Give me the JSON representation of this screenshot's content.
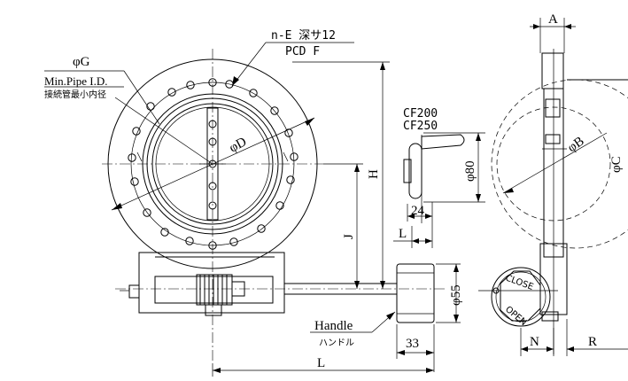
{
  "labels": {
    "dim_A": "A",
    "dim_G": "φG",
    "min_pipe": "Min.Pipe I.D.",
    "min_pipe_jp": "接続管最小内径",
    "bolt": "n-E 深サ12",
    "pcd": "PCD F",
    "dim_D": "φD",
    "dim_H": "H",
    "dim_J": "J",
    "cf200": "CF200",
    "cf250": "CF250",
    "dim_80": "φ80",
    "dim_24": "24",
    "dim_L_small": "L",
    "dim_B": "φB",
    "dim_C": "φC",
    "dim_55": "φ55",
    "handle": "Handle",
    "handle_jp": "ハンドル",
    "dim_33": "33",
    "dim_L": "L",
    "dim_N": "N",
    "dim_R": "R",
    "close": "CLOSE",
    "open": "OPEN"
  }
}
